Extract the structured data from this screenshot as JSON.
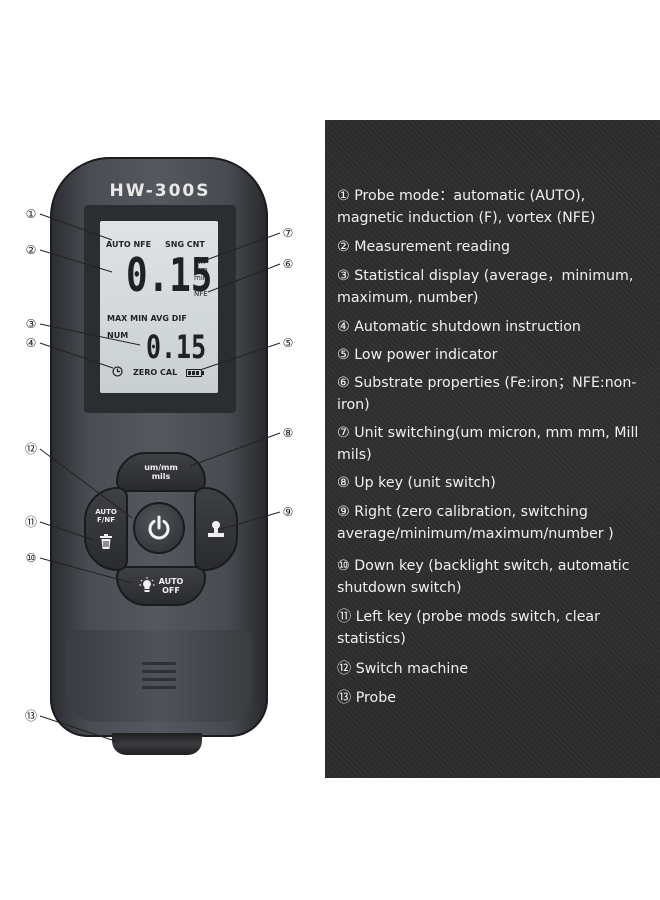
{
  "device": {
    "brand": "HW-300S",
    "lcd": {
      "probe_modes": "AUTO NFE",
      "stat_mode": "SNG CNT",
      "reading": "0.15",
      "unit_um": "um",
      "unit_mm": "mm",
      "unit_mils": "mils",
      "substrate": "NFE",
      "stat_labels": "MAX MIN AVG DIF",
      "num_label": "NUM",
      "stat_reading": "0.15",
      "zero_cal": "ZERO CAL",
      "clock_icon": "clock-icon",
      "battery_icon": "battery-icon"
    },
    "buttons": {
      "up_line1": "um/mm",
      "up_line2": "mils",
      "left_line1": "AUTO",
      "left_line2": "F/NF",
      "down_line1": "AUTO",
      "down_line2": "OFF",
      "power_icon": "power-icon",
      "right_icon": "zero-cal-icon",
      "trash_icon": "trash-icon",
      "bulb_icon": "backlight-icon"
    },
    "callouts": [
      "①",
      "②",
      "③",
      "④",
      "⑤",
      "⑥",
      "⑦",
      "⑧",
      "⑨",
      "⑩",
      "⑪",
      "⑫",
      "⑬"
    ]
  },
  "legend": {
    "items": [
      "① Probe mode：automatic (AUTO), magnetic induction (F), vortex (NFE)",
      "② Measurement reading",
      "③ Statistical display (average，minimum, maximum, number)",
      "④ Automatic shutdown instruction",
      "⑤ Low power indicator",
      "⑥ Substrate properties (Fe:iron；NFE:non-iron)",
      "⑦ Unit switching(um micron, mm mm, Mill mils)",
      "⑧ Up key (unit switch)",
      "⑨ Right (zero calibration, switching average/minimum/maximum/number )",
      "⑩ Down key (backlight switch, automatic shutdown switch)",
      "⑪ Left key (probe mods switch, clear statistics)",
      "⑫ Switch machine",
      "⑬ Probe"
    ]
  },
  "colors": {
    "panel_bg": "#2c2c2c",
    "panel_text": "#f0f0f0",
    "device_body": "#4a4d53",
    "lcd_bg": "#d6dadb"
  }
}
